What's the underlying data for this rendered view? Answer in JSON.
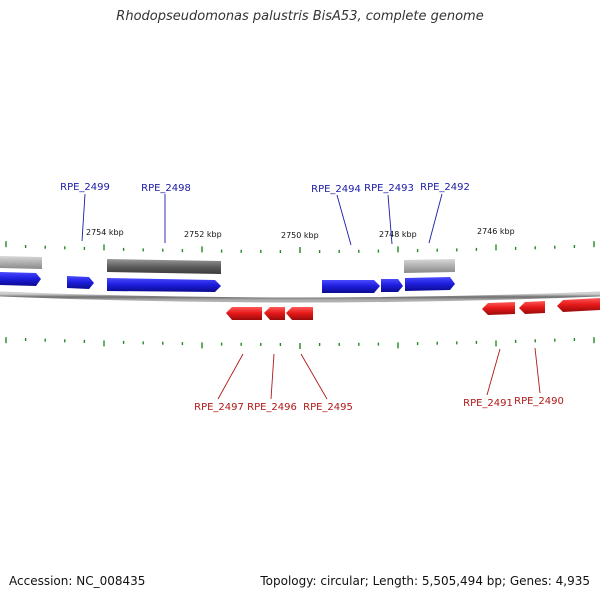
{
  "title": "Rhodopseudomonas palustris BisA53, complete genome",
  "footer": {
    "accession": "Accession: NC_008435",
    "info": "Topology: circular; Length: 5,505,494 bp; Genes: 4,935"
  },
  "colors": {
    "forward": "#1f1fe0",
    "reverse": "#e81a1a",
    "gray_light": "#b5b5b5",
    "gray_dark": "#6a6a6a",
    "tick": "#1f8a1f",
    "backbone": "#777777"
  },
  "kbp_labels": [
    "2754 kbp",
    "2752 kbp",
    "2750 kbp",
    "2748 kbp",
    "2746 kbp"
  ],
  "forward_genes": [
    "RPE_2499",
    "RPE_2498",
    "RPE_2494",
    "RPE_2493",
    "RPE_2492"
  ],
  "reverse_genes": [
    "RPE_2497",
    "RPE_2496",
    "RPE_2495",
    "RPE_2491",
    "RPE_2490"
  ]
}
